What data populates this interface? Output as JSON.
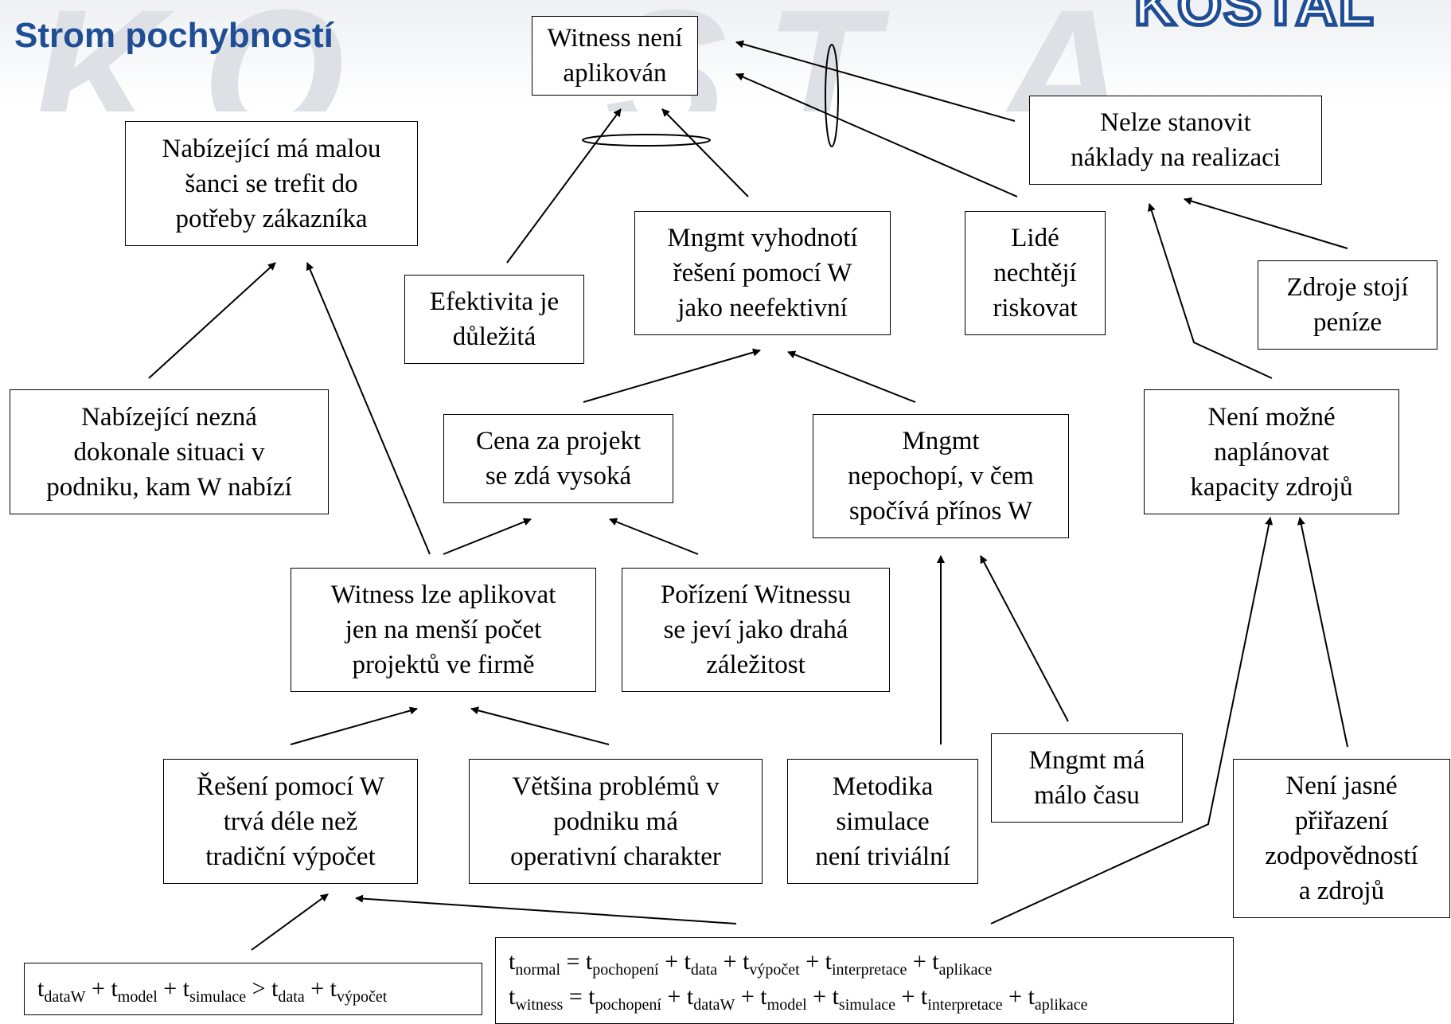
{
  "header": {
    "title": "Strom pochybností",
    "logo_text": "KOSTAL"
  },
  "nodes": {
    "witness_neni_aplikovan": "Witness není\naplikován",
    "nabizejici_malou_sanci": "Nabízející má malou\nšanci se trefit do\npotřeby zákazníka",
    "efektivita": "Efektivita je\ndůležitá",
    "mngmt_vyhodnoti": "Mngmt vyhodnotí\nřešení pomocí W\njako neefektivní",
    "lide_riskovat": "Lidé\nnechtějí\nriskovat",
    "nelze_stanovit": "Nelze stanovit\nnáklady na realizaci",
    "zdroje_penize": "Zdroje stojí\npeníze",
    "nabizejici_nezna": "Nabízející nezná\ndokonale situaci v\npodniku, kam W nabízí",
    "cena_projekt": "Cena za projekt\nse zdá vysoká",
    "mngmt_nepochopi": "Mngmt\nnepochopí, v čem\nspočívá přínos W",
    "neni_mozne": "Není možné\nnaplánovat\nkapacity zdrojů",
    "witness_mensi_pocet": "Witness lze aplikovat\njen na menší počet\nprojektů ve firmě",
    "porizeni_witnessu": "Pořízení Witnessu\nse jeví jako drahá\nzáležitost",
    "reseni_trva": "Řešení pomocí W\ntrvá déle než\ntradiční výpočet",
    "vetsina_problemu": "Většina problémů v\npodniku má\noperativní charakter",
    "metodika": "Metodika\nsimulace\nnení triviální",
    "mngmt_malo_casu": "Mngmt má\nmálo času",
    "neni_jasne": "Není jasné\npřiřazení\nzodpovědností\na zdrojů"
  },
  "formula_left": {
    "t1": "t",
    "s1": "dataW",
    "op1": " + ",
    "t2": "t",
    "s2": "model",
    "op2": " + ",
    "t3": "t",
    "s3": "simulace",
    "op3": " > ",
    "t4": "t",
    "s4": "data",
    "op4": " + ",
    "t5": "t",
    "s5": "výpočet"
  },
  "formula_right": {
    "normal": {
      "t0": "t",
      "s0": "normal",
      "eq": " = ",
      "t1": "t",
      "s1": "pochopení",
      "op1": " + ",
      "t2": "t",
      "s2": "data",
      "op2": " + ",
      "t3": "t",
      "s3": "výpočet",
      "op3": " + ",
      "t4": "t",
      "s4": "interpretace",
      "op4": " + ",
      "t5": "t",
      "s5": "aplikace"
    },
    "witness": {
      "t0": "t",
      "s0": "witness",
      "eq": " = ",
      "t1": "t",
      "s1": "pochopení",
      "op1": " + ",
      "t2": "t",
      "s2": "dataW",
      "op2": " + ",
      "t3": "t",
      "s3": "model",
      "op3": " + ",
      "t4": "t",
      "s4": "simulace",
      "op4": " + ",
      "t5": "t",
      "s5": "interpretace",
      "op5": " + ",
      "t6": "t",
      "s6": "aplikace"
    }
  }
}
